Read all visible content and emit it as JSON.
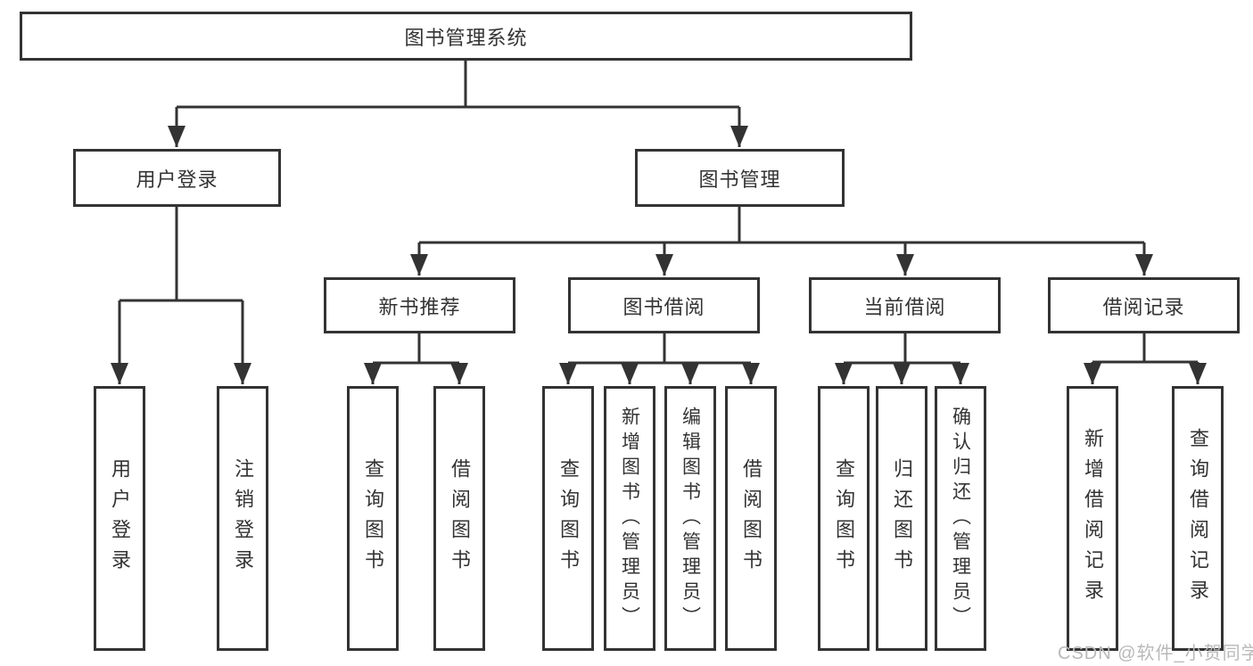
{
  "diagram": {
    "title": "图书管理系统",
    "branches": [
      {
        "label": "用户登录",
        "leaves": [
          "用户登录",
          "注销登录"
        ]
      },
      {
        "label": "图书管理",
        "groups": [
          {
            "label": "新书推荐",
            "leaves": [
              "查询图书",
              "借阅图书"
            ]
          },
          {
            "label": "图书借阅",
            "leaves": [
              "查询图书",
              "新增图书（管理员）",
              "编辑图书（管理员）",
              "借阅图书"
            ]
          },
          {
            "label": "当前借阅",
            "leaves": [
              "查询图书",
              "归还图书",
              "确认归还（管理员）"
            ]
          },
          {
            "label": "借阅记录",
            "leaves": [
              "新增借阅记录",
              "查询借阅记录"
            ]
          }
        ]
      }
    ]
  },
  "watermark": "CSDN @软件_小贺同学",
  "colors": {
    "line": "#333333",
    "text": "#333333",
    "box_background": "#ffffff",
    "watermark": "#b9b9b9",
    "background": "#ffffff"
  }
}
